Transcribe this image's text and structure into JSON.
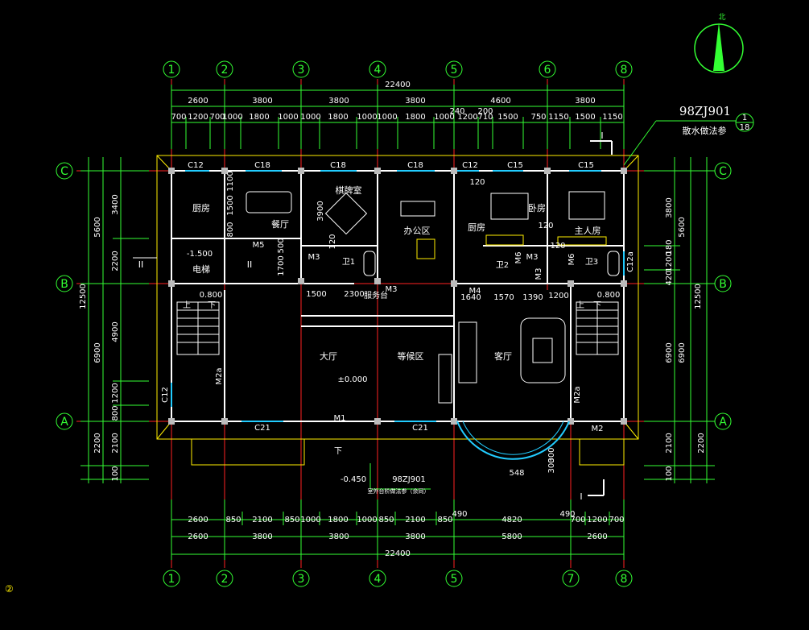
{
  "axes_top": [
    "1",
    "2",
    "3",
    "4",
    "5",
    "6",
    "8"
  ],
  "axes_bottom": [
    "1",
    "2",
    "3",
    "4",
    "5",
    "7",
    "8"
  ],
  "axes_side": [
    "C",
    "B",
    "A"
  ],
  "dims_top": {
    "total": "22400",
    "row1": [
      "2600",
      "3800",
      "3800",
      "3800",
      "4600",
      "3800"
    ],
    "row2": [
      "700",
      "1200",
      "700",
      "1000",
      "1800",
      "1000",
      "1000",
      "1800",
      "1000",
      "1000",
      "1800",
      "1000",
      "1200",
      "710",
      "1500",
      "750",
      "1150",
      "1500",
      "1150"
    ],
    "extra": [
      "240",
      "200"
    ]
  },
  "dims_bottom": {
    "total": "22400",
    "row1": [
      "2600",
      "850",
      "2100",
      "850",
      "1000",
      "1800",
      "1000",
      "850",
      "2100",
      "850",
      "4820",
      "700",
      "1200",
      "700"
    ],
    "row2": [
      "2600",
      "3800",
      "3800",
      "3800",
      "5800",
      "2600"
    ],
    "extra": [
      "490",
      "490"
    ]
  },
  "dims_left": {
    "total": "12500",
    "mid": [
      "5600",
      "6900"
    ],
    "inner": [
      "3400",
      "2200",
      "4900",
      "1200",
      "800"
    ],
    "outer": [
      "2200",
      "2100",
      "100"
    ]
  },
  "dims_right": {
    "total": "12500",
    "mid": [
      "5600",
      "6900"
    ],
    "inner": [
      "3800",
      "180",
      "1200",
      "420",
      "6900"
    ],
    "outer": [
      "2200",
      "2100",
      "100"
    ]
  },
  "rooms": {
    "kitchen_left": "厨房",
    "dining": "餐厅",
    "chess": "棋牌室",
    "office": "办公区",
    "kitchen_right": "厨房",
    "bedroom": "卧房",
    "master": "主人房",
    "elevator": "电梯",
    "hall": "大厅",
    "waiting": "等候区",
    "living": "客厅",
    "reception": "服务台",
    "wc1": "卫1",
    "wc2": "卫2",
    "wc3": "卫3"
  },
  "windows": [
    "C12",
    "C18",
    "C18",
    "C18",
    "C12",
    "C15",
    "C15",
    "C21",
    "C21",
    "C12",
    "C12a"
  ],
  "doors": [
    "M1",
    "M2",
    "M2a",
    "M2a",
    "M3",
    "M3",
    "M3",
    "M3",
    "M4",
    "M5",
    "M6",
    "M6"
  ],
  "levels": [
    "-1.500",
    "0.800",
    "0.800",
    "±0.000",
    "-0.450"
  ],
  "inner_dims": [
    "1100",
    "1500",
    "800",
    "3900",
    "120",
    "500",
    "1700",
    "1500",
    "2300",
    "120",
    "120",
    "120",
    "1640",
    "1570",
    "1390",
    "1200",
    "548",
    "300",
    "300"
  ],
  "labels": {
    "up_left": "上",
    "down_left": "下",
    "up_right": "上",
    "down_right": "下",
    "down_front": "下"
  },
  "section_marks": [
    "I",
    "I",
    "II",
    "II"
  ],
  "ref_main": "98ZJ901",
  "ref_main_sub": "散水做法参",
  "ref_main_num": "1",
  "ref_main_den": "18",
  "ref_small": "98ZJ901",
  "ref_small_sub": "室外台阶做法参（余同）",
  "north": "北",
  "corner_mark": "②",
  "colors": {
    "background": "#000000",
    "dims": "#33ff33",
    "walls": "#ffffff",
    "outline": "#ffee00",
    "axis": "#ff2222",
    "window": "#22ccff"
  }
}
